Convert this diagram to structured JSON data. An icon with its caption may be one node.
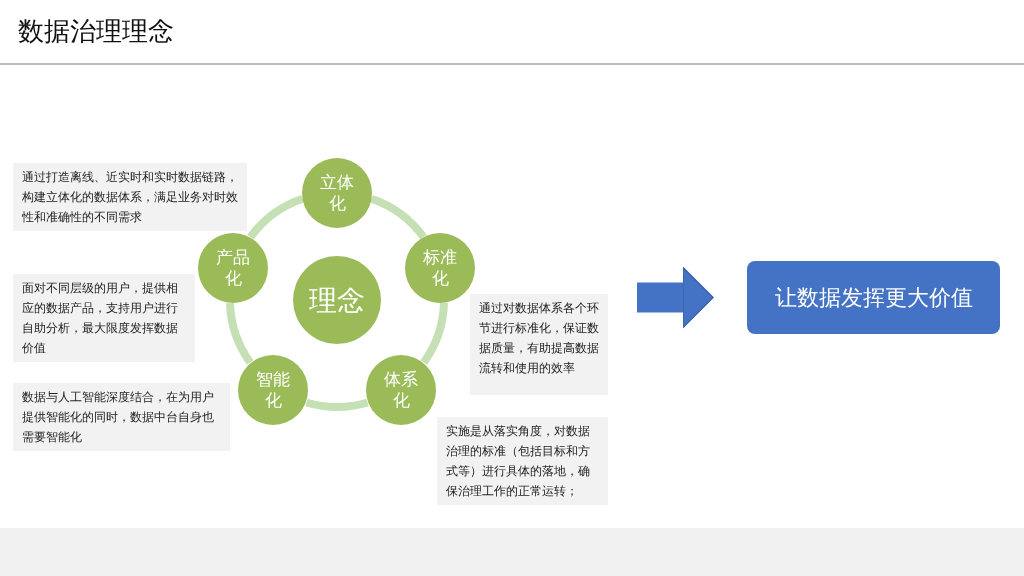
{
  "diagram": {
    "title": "数据治理理念",
    "nodes": [
      {
        "text": [
          "理念"
        ]
      },
      {
        "text": [
          "立体化"
        ]
      },
      {
        "text": [
          "标准化"
        ]
      },
      {
        "text": [
          "体系化"
        ]
      },
      {
        "text": [
          "智能化"
        ]
      },
      {
        "text": [
          "产品化"
        ]
      },
      {
        "text": [
          "通过打造离线、近实时和实时数据链路，构建立体化的数据体系，满足业务对时效性和准确性的不同需求"
        ]
      },
      {
        "text": [
          "面对不同层级的用户，提供相应的数据产品，支持用户进行自助分析，最大限度发挥数据价值"
        ]
      },
      {
        "text": [
          "数据与人工智能深度结合，在为用户提供智能化的同时，数据中台自身也需要智能化"
        ]
      },
      {
        "text": [
          "通过对数据体系各个环节进行标准化，保证数据质量，有助提高数据流转和使用的效率"
        ]
      },
      {
        "text": [
          "实施是从落实角度，对数据治理的标准（包括目标和方式等）进行具体的落地，确保治理工作的正常运转；"
        ]
      },
      {
        "text": [
          "让数据发挥更大价值"
        ]
      }
    ],
    "edges": [
      {
        "from": 1,
        "to": 2,
        "arrow": "none"
      },
      {
        "from": 2,
        "to": 3,
        "arrow": "none"
      },
      {
        "from": 3,
        "to": 4,
        "arrow": "none"
      },
      {
        "from": 4,
        "to": 5,
        "arrow": "none"
      },
      {
        "from": 5,
        "to": 1,
        "arrow": "none"
      },
      {
        "from": null,
        "to": 11,
        "arrow": "to",
        "style": "thick",
        "color": "#4472c4"
      }
    ]
  }
}
